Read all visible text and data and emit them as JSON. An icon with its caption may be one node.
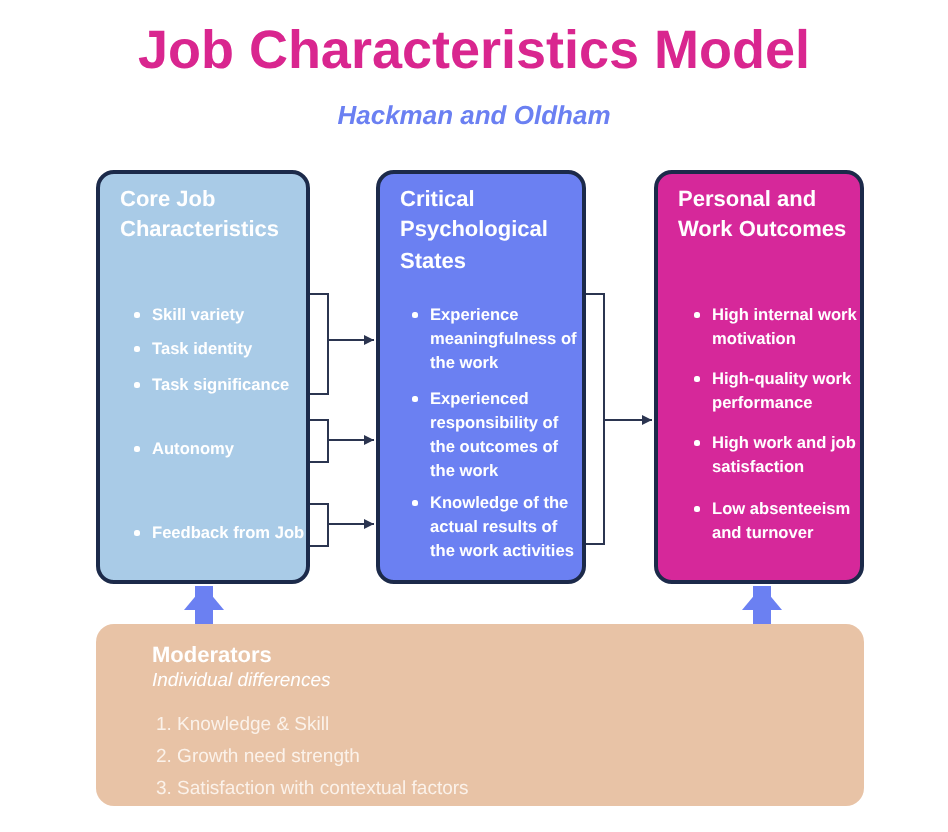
{
  "diagram": {
    "title": "Job Characteristics Model",
    "nodes": [
      {
        "text": [
          "Core Job Characteristics",
          "Skill variety",
          "Task identity",
          "Task significance",
          "Autonomy",
          "Feedback from Job"
        ]
      },
      {
        "text": [
          "Critical Psychological States",
          "Experience meaningfulness of the work",
          "Experienced responsibility of the outcomes of the work",
          "Knowledge of the actual results of the work activities"
        ]
      },
      {
        "text": [
          "Personal and Work Outcomes",
          "High internal work motivation",
          "High-quality work performance",
          "High work and job satisfaction",
          "Low absenteeism and turnover"
        ]
      },
      {
        "text": [
          "Moderators",
          "Individual differences",
          "1. Knowledge & Skill",
          "2. Growth need strength",
          "3. Satisfaction with contextual factors"
        ]
      }
    ],
    "edges": [
      {
        "from": 0,
        "to": 1,
        "arrow": "to"
      },
      {
        "from": 0,
        "to": 1,
        "arrow": "to"
      },
      {
        "from": 0,
        "to": 1,
        "arrow": "to"
      },
      {
        "from": 1,
        "to": 2,
        "arrow": "to"
      },
      {
        "from": 3,
        "to": 0,
        "arrow": "to",
        "style": "thick",
        "color": "#6b80f2"
      },
      {
        "from": 3,
        "to": 2,
        "arrow": "to",
        "style": "thick",
        "color": "#6b80f2"
      }
    ],
    "labels": [
      "Hackman and Oldham"
    ]
  }
}
